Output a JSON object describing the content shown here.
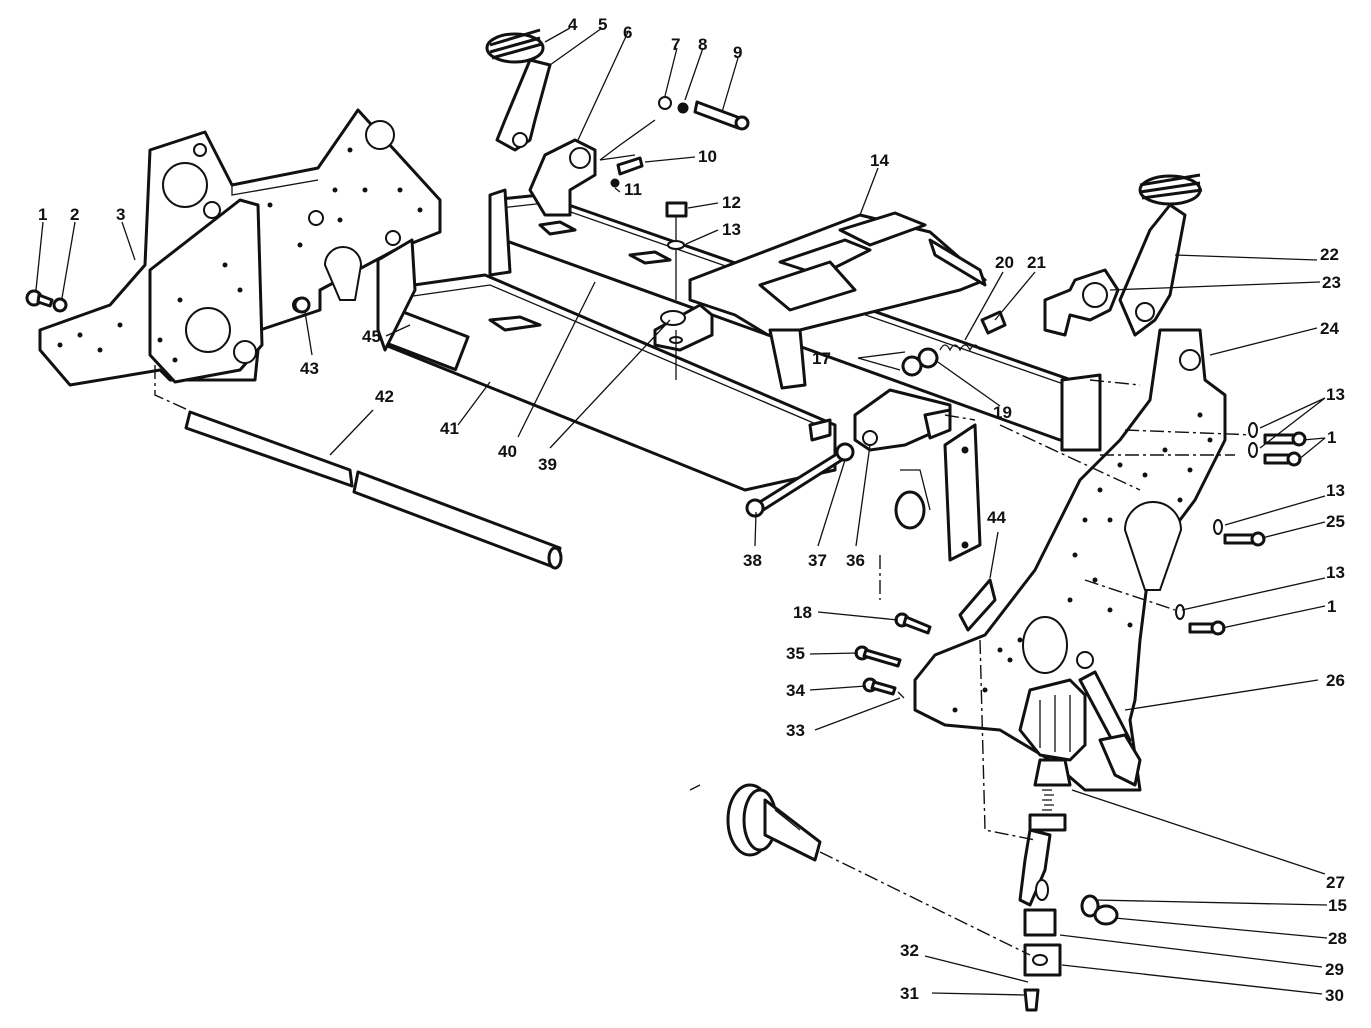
{
  "callouts": [
    {
      "id": "c1a",
      "text": "1"
    },
    {
      "id": "c2",
      "text": "2"
    },
    {
      "id": "c3",
      "text": "3"
    },
    {
      "id": "c4",
      "text": "4"
    },
    {
      "id": "c5",
      "text": "5"
    },
    {
      "id": "c6",
      "text": "6"
    },
    {
      "id": "c7",
      "text": "7"
    },
    {
      "id": "c8",
      "text": "8"
    },
    {
      "id": "c9",
      "text": "9"
    },
    {
      "id": "c10",
      "text": "10"
    },
    {
      "id": "c11",
      "text": "11"
    },
    {
      "id": "c12",
      "text": "12"
    },
    {
      "id": "c13a",
      "text": "13"
    },
    {
      "id": "c14",
      "text": "14"
    },
    {
      "id": "c20",
      "text": "20"
    },
    {
      "id": "c21",
      "text": "21"
    },
    {
      "id": "c22",
      "text": "22"
    },
    {
      "id": "c23",
      "text": "23"
    },
    {
      "id": "c24",
      "text": "24"
    },
    {
      "id": "c13b",
      "text": "13"
    },
    {
      "id": "c1b",
      "text": "1"
    },
    {
      "id": "c17",
      "text": "17"
    },
    {
      "id": "c19",
      "text": "19"
    },
    {
      "id": "c45",
      "text": "45"
    },
    {
      "id": "c43",
      "text": "43"
    },
    {
      "id": "c42",
      "text": "42"
    },
    {
      "id": "c41",
      "text": "41"
    },
    {
      "id": "c40",
      "text": "40"
    },
    {
      "id": "c39",
      "text": "39"
    },
    {
      "id": "c13c",
      "text": "13"
    },
    {
      "id": "c25",
      "text": "25"
    },
    {
      "id": "c38",
      "text": "38"
    },
    {
      "id": "c37",
      "text": "37"
    },
    {
      "id": "c36",
      "text": "36"
    },
    {
      "id": "c44",
      "text": "44"
    },
    {
      "id": "c13d",
      "text": "13"
    },
    {
      "id": "c1c",
      "text": "1"
    },
    {
      "id": "c18",
      "text": "18"
    },
    {
      "id": "c35",
      "text": "35"
    },
    {
      "id": "c34",
      "text": "34"
    },
    {
      "id": "c33",
      "text": "33"
    },
    {
      "id": "c26",
      "text": "26"
    },
    {
      "id": "c27",
      "text": "27"
    },
    {
      "id": "c15",
      "text": "15"
    },
    {
      "id": "c28",
      "text": "28"
    },
    {
      "id": "c29",
      "text": "29"
    },
    {
      "id": "c32",
      "text": "32"
    },
    {
      "id": "c30",
      "text": "30"
    },
    {
      "id": "c31",
      "text": "31"
    }
  ]
}
